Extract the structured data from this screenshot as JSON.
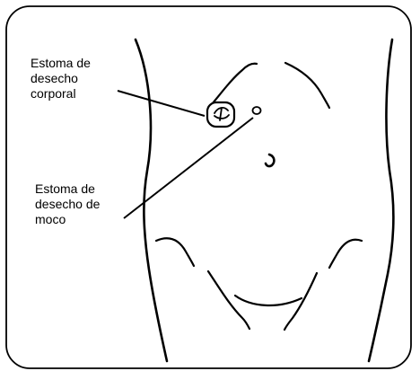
{
  "labels": {
    "body_waste_stoma": [
      "Estoma de",
      "desecho",
      "corporal"
    ],
    "mucus_stoma": [
      "Estoma de",
      "desecho de",
      "moco"
    ]
  },
  "colors": {
    "ink": "#000000",
    "paper": "#ffffff"
  }
}
